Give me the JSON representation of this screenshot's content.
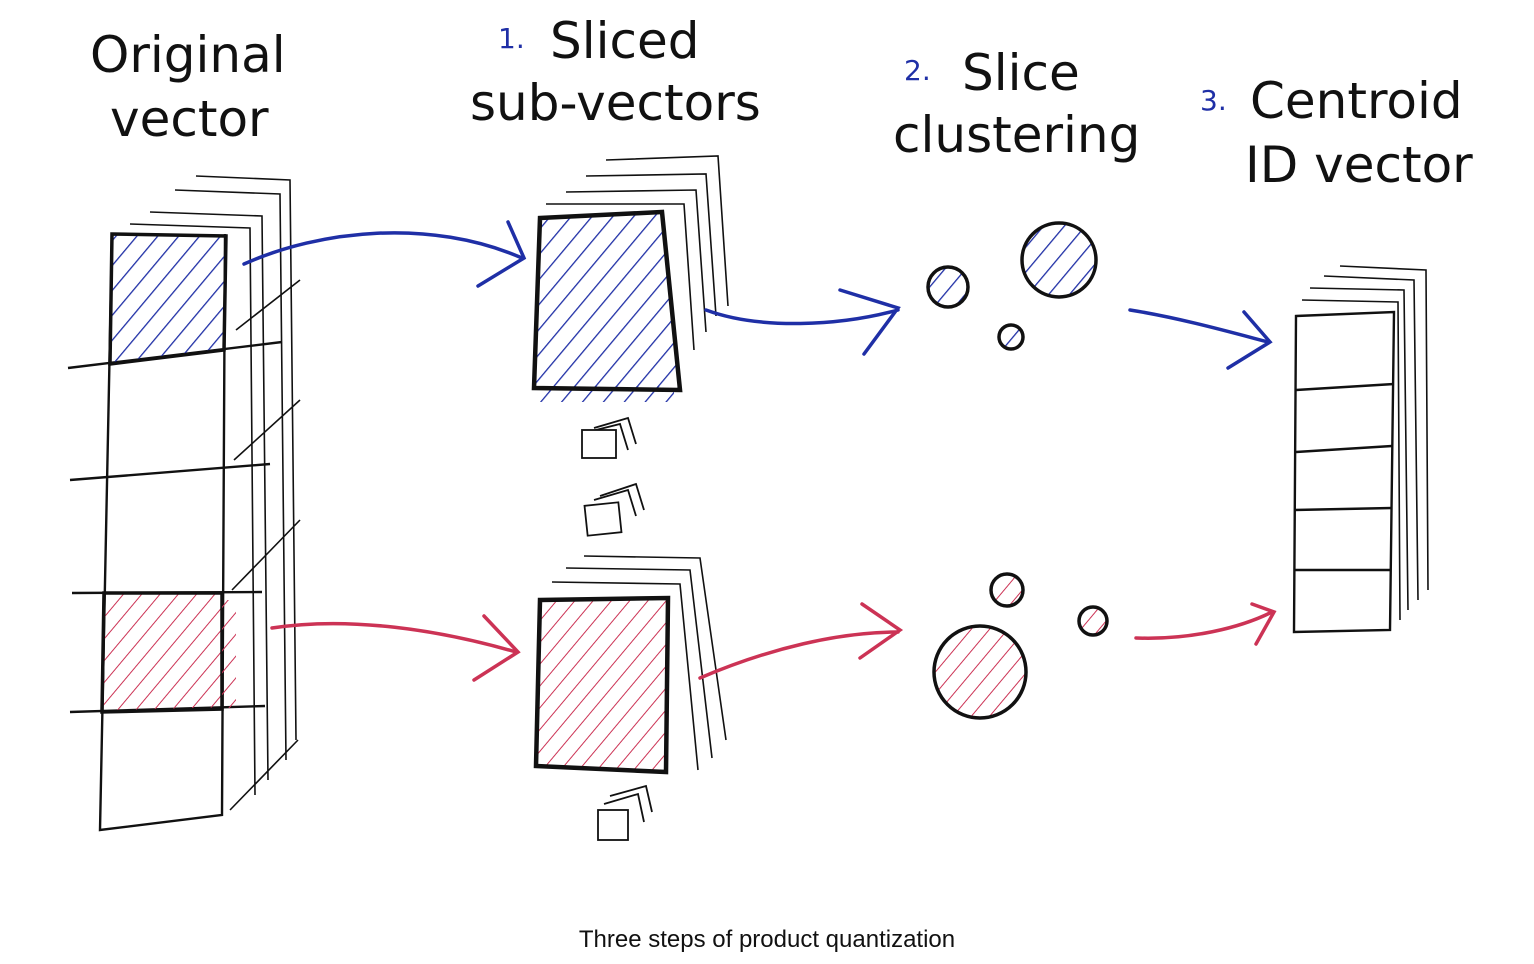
{
  "colors": {
    "ink": "#111111",
    "blue": "#1f2fa6",
    "red": "#cc3355"
  },
  "steps": [
    {
      "label_lines": [
        "Original",
        "vector"
      ],
      "number": ""
    },
    {
      "label_lines": [
        "Sliced",
        "sub-vectors"
      ],
      "number": "1."
    },
    {
      "label_lines": [
        "Slice",
        "clustering"
      ],
      "number": "2."
    },
    {
      "label_lines": [
        "Centroid",
        "ID vector"
      ],
      "number": "3."
    }
  ],
  "caption": "Three steps of product quantization"
}
